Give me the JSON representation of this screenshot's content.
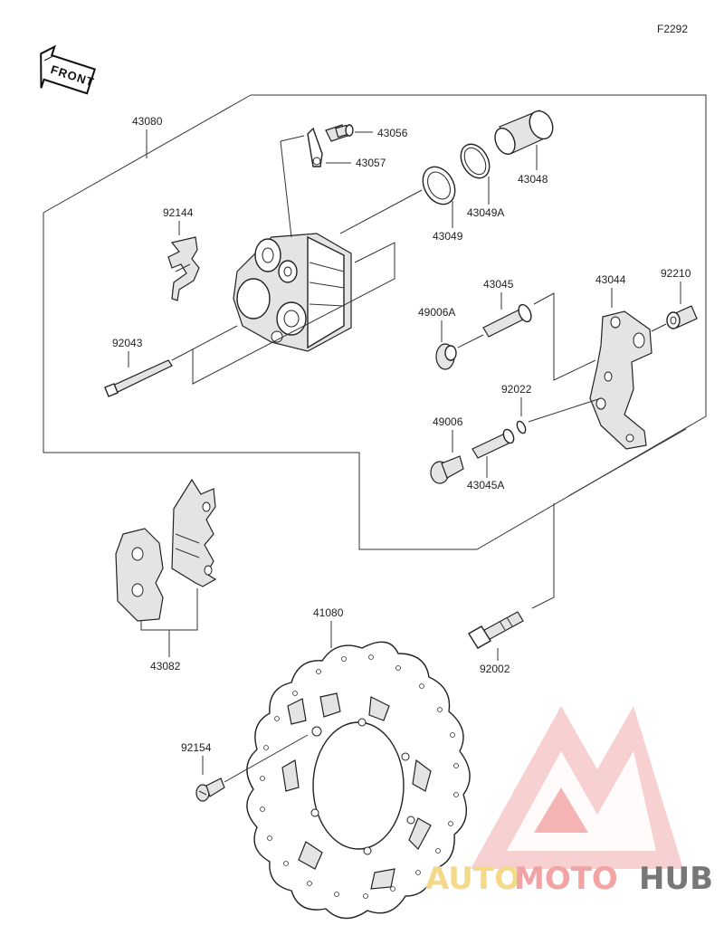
{
  "figure_code": "F2292",
  "front_label": "FRONT",
  "parts": {
    "p43080": "43080",
    "p43056": "43056",
    "p43057": "43057",
    "p43048": "43048",
    "p43049A": "43049A",
    "p43049": "43049",
    "p92144": "92144",
    "p92043": "92043",
    "p43045": "43045",
    "p43044": "43044",
    "p92210": "92210",
    "p49006A": "49006A",
    "p92022": "92022",
    "p49006": "49006",
    "p43045A": "43045A",
    "p43082": "43082",
    "p41080": "41080",
    "p92002": "92002",
    "p92154": "92154"
  },
  "watermark": {
    "part1": "AUTO",
    "part2": "MOTO",
    "part3": "HUB",
    "color_light": "#f6c9c9",
    "color_mid": "#f3a3a3",
    "color_dark": "#777777",
    "color_gold": "#f5d98b"
  }
}
